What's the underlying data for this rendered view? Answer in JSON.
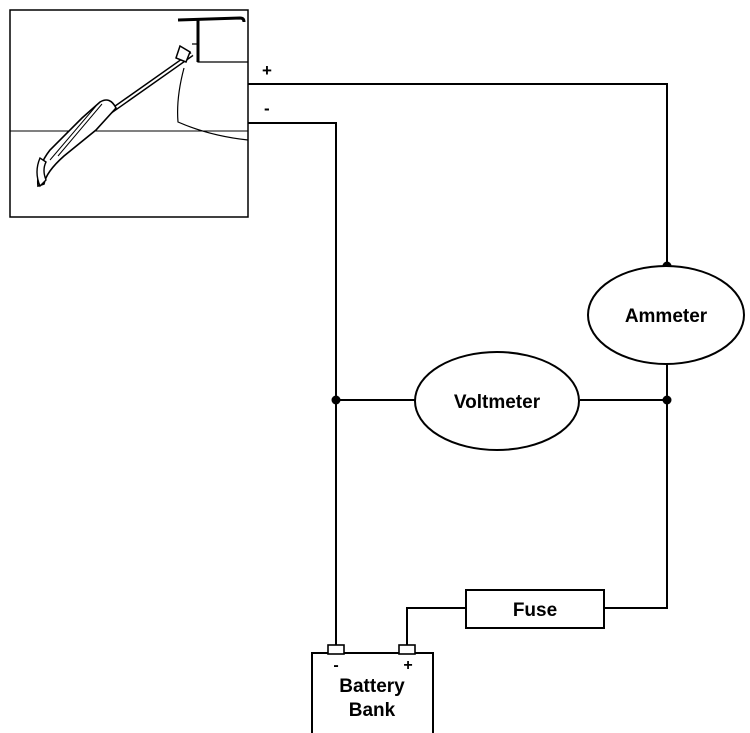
{
  "diagram": {
    "terminals": {
      "positive": "+",
      "negative": "-"
    },
    "components": {
      "ammeter": "Ammeter",
      "voltmeter": "Voltmeter",
      "fuse": "Fuse"
    },
    "battery": {
      "negative_terminal": "-",
      "positive_terminal": "+",
      "label_line1": "Battery",
      "label_line2": "Bank"
    },
    "colors": {
      "line": "#000000",
      "background": "#ffffff"
    }
  }
}
